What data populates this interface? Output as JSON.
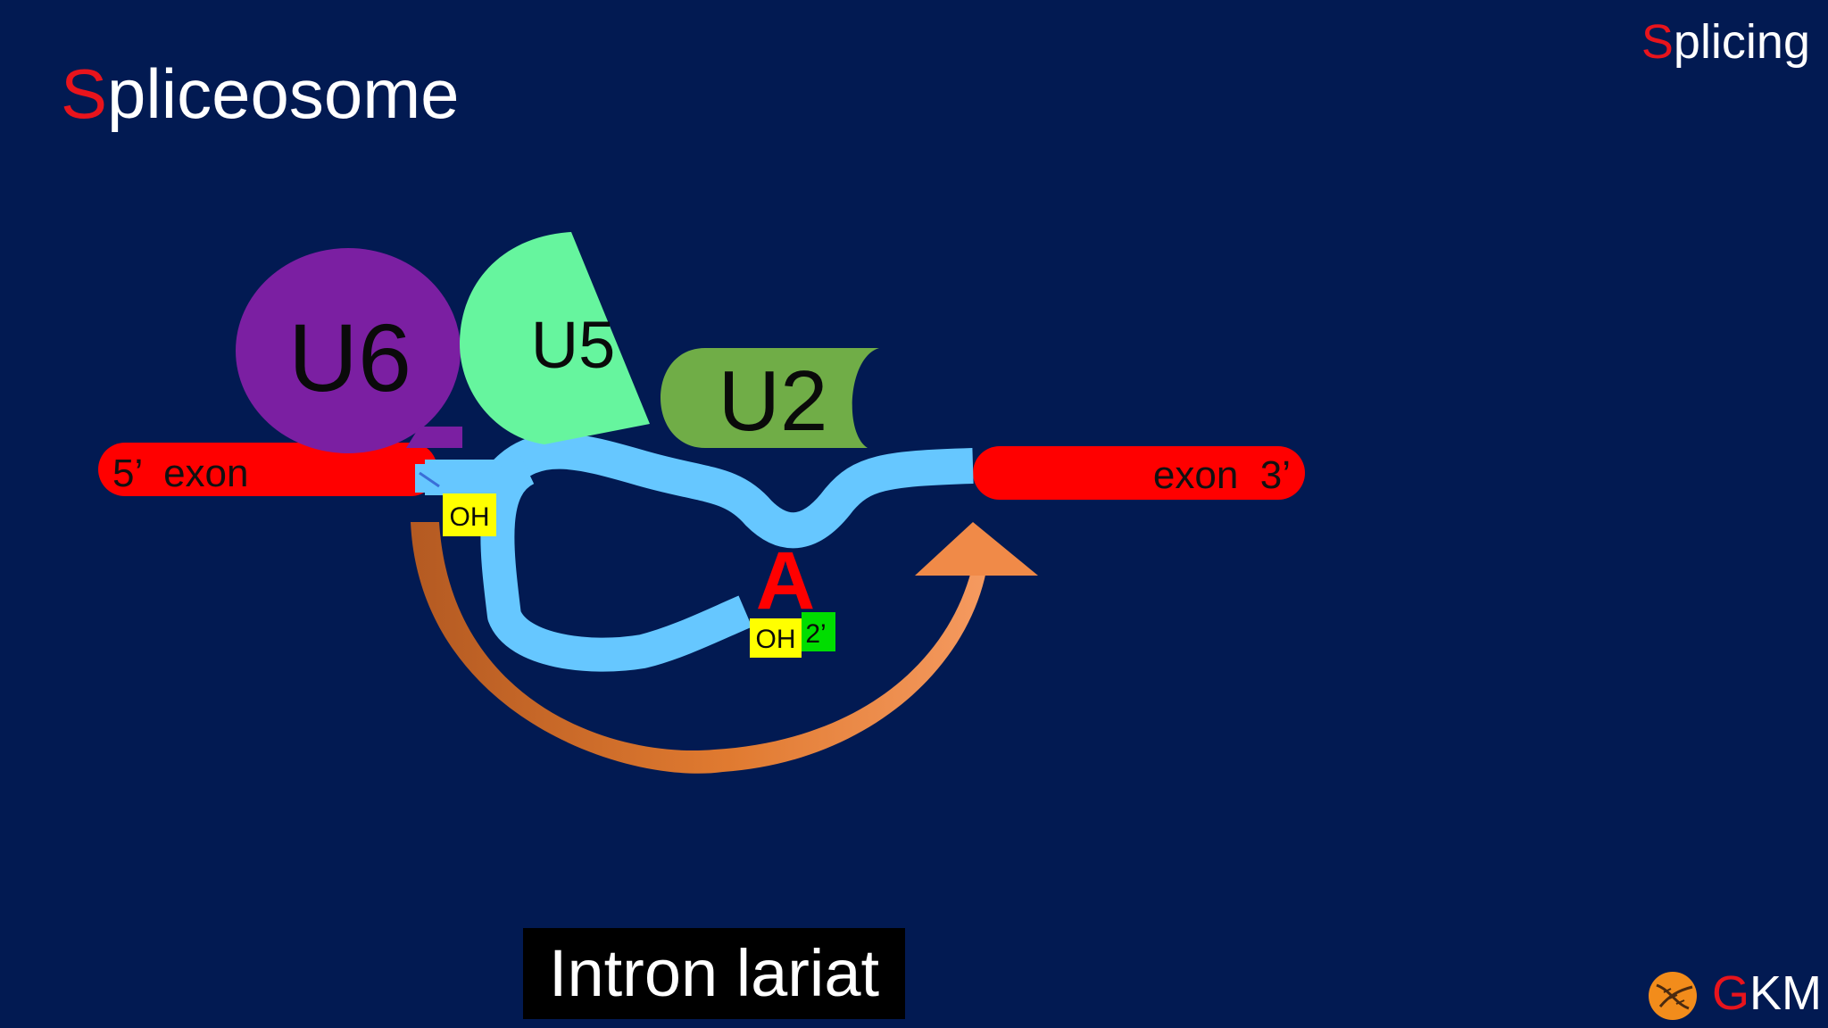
{
  "header": {
    "title_initial": "S",
    "title_rest": "pliceosome",
    "section_initial": "S",
    "section_rest": "plicing"
  },
  "diagram": {
    "snrnps": [
      {
        "label": "U6",
        "color": "#7b1fa2"
      },
      {
        "label": "U5",
        "color": "#66f59e"
      },
      {
        "label": "U2",
        "color": "#70ad47"
      }
    ],
    "exon_5_label": "5’  exon",
    "exon_3_label": "exon  3’",
    "hydroxyl_3_label": "OH",
    "branch_point_base": "A",
    "branch_hydroxyl_label": "OH",
    "branch_position_label": "2’",
    "colors": {
      "exon": "#ff0000",
      "intron": "#66c7ff",
      "arrow": "#e07a30",
      "hydroxyl_box": "#ffff00",
      "position_box": "#00dd00",
      "branch_base": "#ff0000"
    }
  },
  "caption": "Intron lariat",
  "logo": {
    "initial": "G",
    "rest": "KM",
    "icon": "dna-globe-icon"
  }
}
